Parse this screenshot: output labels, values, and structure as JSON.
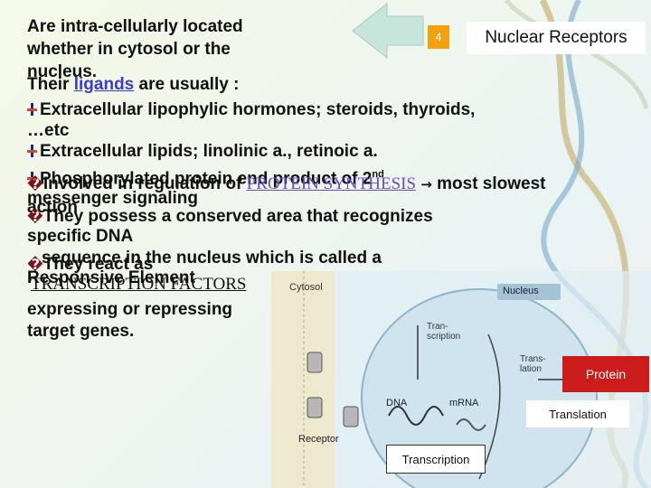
{
  "header": {
    "slide_number": "4",
    "title": "Nuclear Receptors"
  },
  "lines": {
    "l1": "Are intra-cellularly located",
    "l2": "whether in cytosol or the",
    "l3": "nucleus.",
    "l4_a": "Their ",
    "l4_link": "ligands",
    "l4_b": " are usually :",
    "l5": "Extracellular lipophylic hormones; steroids, thyroids,",
    "l6": "…etc",
    "l7": "Extracellular lipids; linolinic a., retinoic a.",
    "l8_a": "Phosphorylated protein end product of 2",
    "l8_sup": "nd",
    "l9": "messenger signaling",
    "l10_a": "Involved in regulation of ",
    "l10_serif": "PROTEIN SYNTHESIS",
    "l10_b": " most slowest",
    "l11": "action",
    "l12": "They possess a conserved area that recognizes",
    "l13": "specific DNA",
    "l14": "sequence in the nucleus which is called a",
    "l15": "Responsive Element",
    "l16": "They react as",
    "l17": "TRANSCRIPTION FACTORS",
    "l18": "expressing or repressing",
    "l19": "target genes."
  },
  "diagram": {
    "cytosol": "Cytosol",
    "nucleus": "Nucleus",
    "transcription_small": "Tran-\nscription",
    "translation_small": "Trans-\nlation",
    "dna": "DNA",
    "mrna": "mRNA",
    "receptor": "Receptor",
    "protein_box": "Protein",
    "translation_box": "Translation",
    "transcription_box": "Transcription"
  },
  "colors": {
    "protein_box": "#cc1b1b",
    "slide_number_box": "#f2a112",
    "arrow_fill": "#c6e6dc"
  }
}
